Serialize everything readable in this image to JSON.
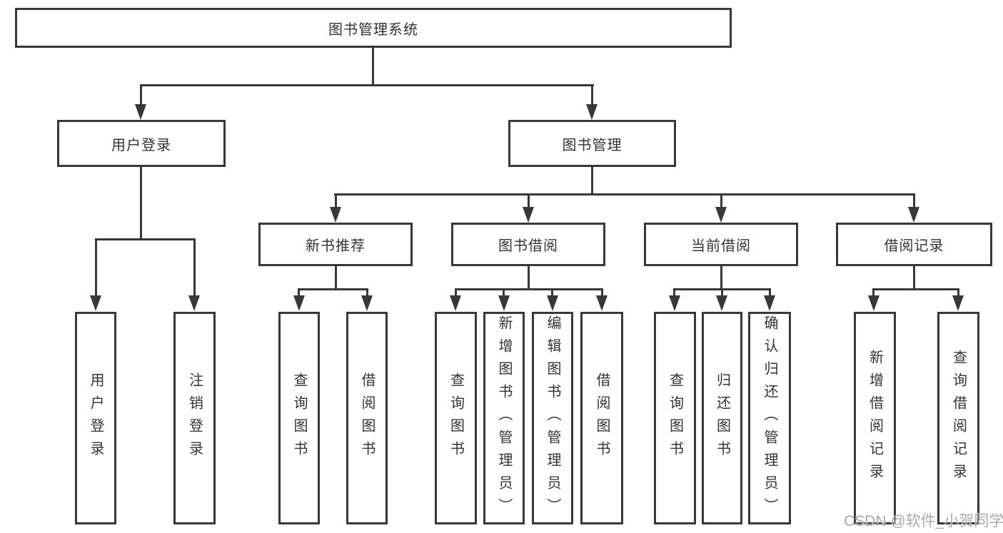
{
  "tree": {
    "label": "图书管理系统",
    "children": [
      {
        "label": "用户登录",
        "children": [
          "用户登录",
          "注销登录"
        ]
      },
      {
        "label": "图书管理",
        "children": [
          {
            "label": "新书推荐",
            "children": [
              "查询图书",
              "借阅图书"
            ]
          },
          {
            "label": "图书借阅",
            "children": [
              "查询图书",
              "新增图书（管理员）",
              "编辑图书（管理员）",
              "借阅图书"
            ]
          },
          {
            "label": "当前借阅",
            "children": [
              "查询图书",
              "归还图书",
              "确认归还（管理员）"
            ]
          },
          {
            "label": "借阅记录",
            "children": [
              "新增借阅记录",
              "查询借阅记录"
            ]
          }
        ]
      }
    ]
  },
  "watermark": "CSDN @软件_小贺同学",
  "colors": {
    "line": "#383838",
    "text": "#333333",
    "watermark": "#a9a9a9",
    "background": "#ffffff"
  }
}
